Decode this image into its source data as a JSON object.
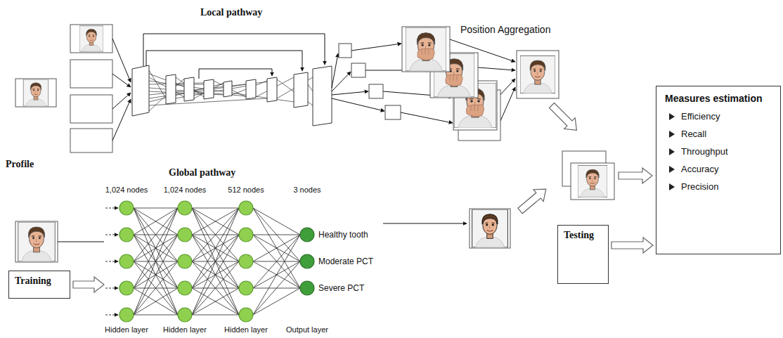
{
  "diagram": {
    "nodes": [
      {
        "text": [
          "Measures estimation",
          "Efficiency",
          "Recall",
          "Throughput",
          "Accuracy",
          "Precision"
        ]
      },
      {
        "text": [
          "Testing"
        ]
      },
      {
        "text": [
          "Training"
        ]
      }
    ],
    "edges": [
      {
        "from": 1,
        "to": 0,
        "arrow": "to"
      }
    ],
    "labels": [
      "Local pathway",
      "Position Aggregation",
      "Profile",
      "Global pathway",
      "1,024 nodes",
      "1,024 nodes",
      "512 nodes",
      "3 nodes",
      "Healthy tooth",
      "Moderate PCT",
      "Severe PCT",
      "Hidden layer",
      "Hidden layer",
      "Hidden layer",
      "Output layer"
    ]
  }
}
